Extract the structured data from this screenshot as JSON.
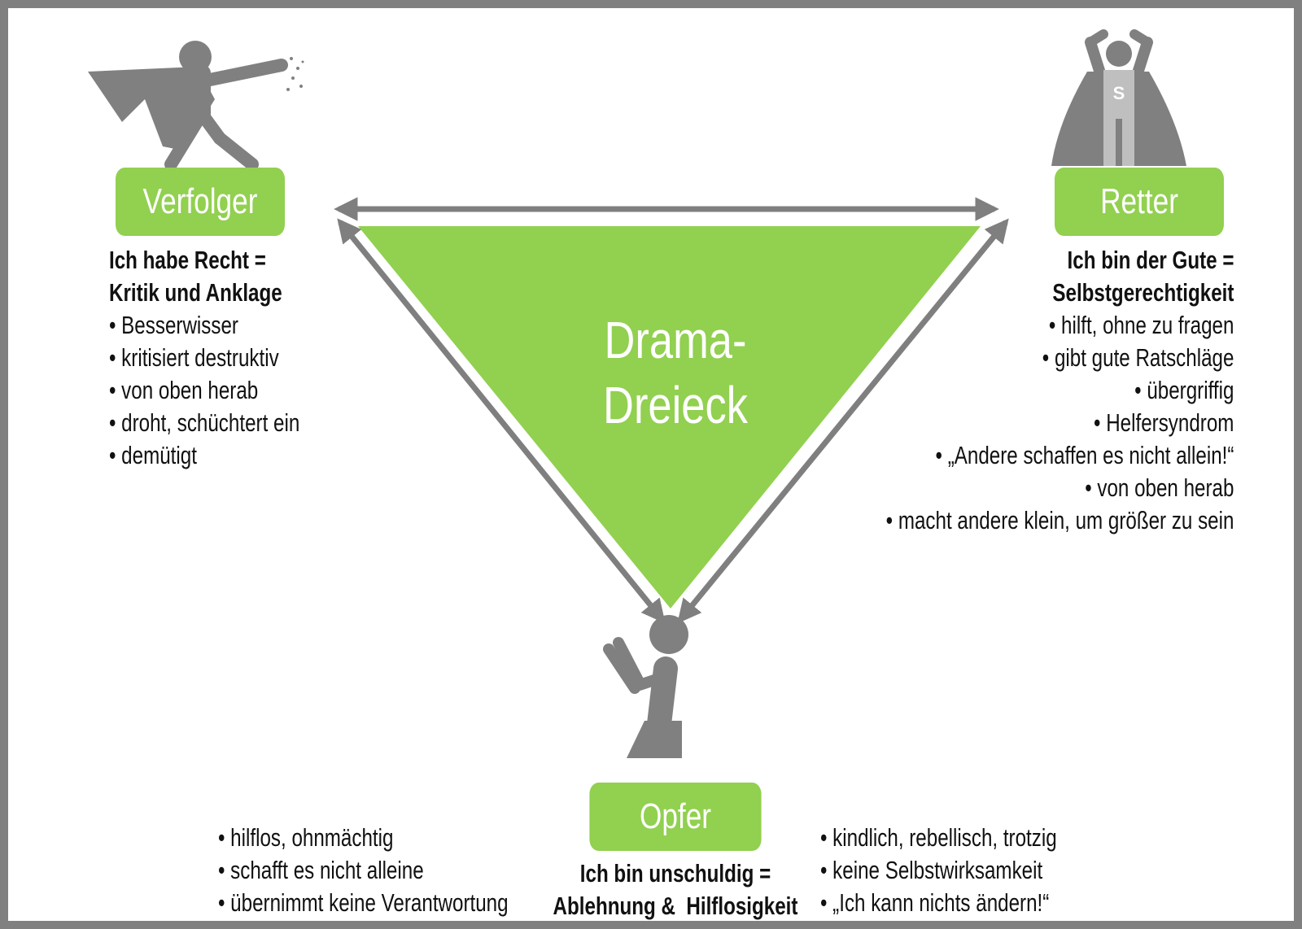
{
  "diagram": {
    "title_line1": "Drama-",
    "title_line2": "Dreieck"
  },
  "colors": {
    "accent_green": "#92d050",
    "arrow_gray": "#7f7f7f",
    "figure_gray": "#808080",
    "frame_gray": "#808080"
  },
  "figures": {
    "verfolger": "caped-hero-punching-icon",
    "retter": "caped-superhero-s-icon",
    "opfer": "kneeling-praying-person-icon"
  },
  "verfolger": {
    "label": "Verfolger",
    "heading_line1": "Ich habe Recht =",
    "heading_line2": "Kritik und Anklage",
    "items": [
      "• Besserwisser",
      "• kritisiert destruktiv",
      "• von oben herab",
      "• droht, schüchtert ein",
      "• demütigt"
    ]
  },
  "retter": {
    "label": "Retter",
    "heading_line1": "Ich bin der Gute =",
    "heading_line2": "Selbstgerechtigkeit",
    "items": [
      "• hilft, ohne zu fragen",
      "• gibt gute Ratschläge",
      "• übergriffig",
      "• Helfersyndrom",
      "• „Andere schaffen es nicht allein!“",
      "• von oben herab",
      "• macht andere klein, um größer zu sein"
    ]
  },
  "opfer": {
    "label": "Opfer",
    "heading_line1": "Ich bin unschuldig =",
    "heading_line2": "Ablehnung &  Hilflosigkeit",
    "items_left": [
      "• hilflos, ohnmächtig",
      "• schafft es nicht alleine",
      "• übernimmt keine Verantwortung"
    ],
    "items_right": [
      "• kindlich, rebellisch, trotzig",
      "• keine Selbstwirksamkeit",
      "• „Ich kann nichts ändern!“"
    ]
  }
}
